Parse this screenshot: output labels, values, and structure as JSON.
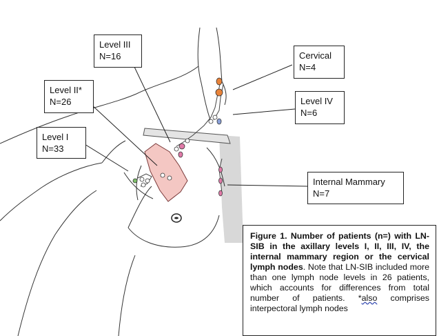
{
  "labels": {
    "level_iii": {
      "name": "Level III",
      "count": "N=16"
    },
    "level_ii": {
      "name": "Level II*",
      "count": "N=26"
    },
    "level_i": {
      "name": "Level I",
      "count": "N=33"
    },
    "cervical": {
      "name": "Cervical",
      "count": "N=4"
    },
    "level_iv": {
      "name": "Level IV",
      "count": "N=6"
    },
    "internal_mammary": {
      "name": "Internal Mammary",
      "count": "N=7"
    }
  },
  "caption": {
    "bold": "Figure 1. Number of patients (n=) with LN-SIB in the axillary levels I, II, III, IV, the internal mammary region or the cervical lymph nodes",
    "text": ". Note that LN-SIB included more than one lymph node levels in 26 patients, which accounts for differences from total number of patients.",
    "footnote_star": "*",
    "footnote_word": "also",
    "footnote_rest": " comprises interpectoral lymph nodes"
  },
  "colors": {
    "level_ii_region": "#f4c7c3",
    "node_orange": "#e8833a",
    "node_pink": "#e07aa8",
    "node_blue": "#8aa0d8",
    "node_green": "#7fbf6a",
    "sternum_gray": "#d8d8d8"
  }
}
